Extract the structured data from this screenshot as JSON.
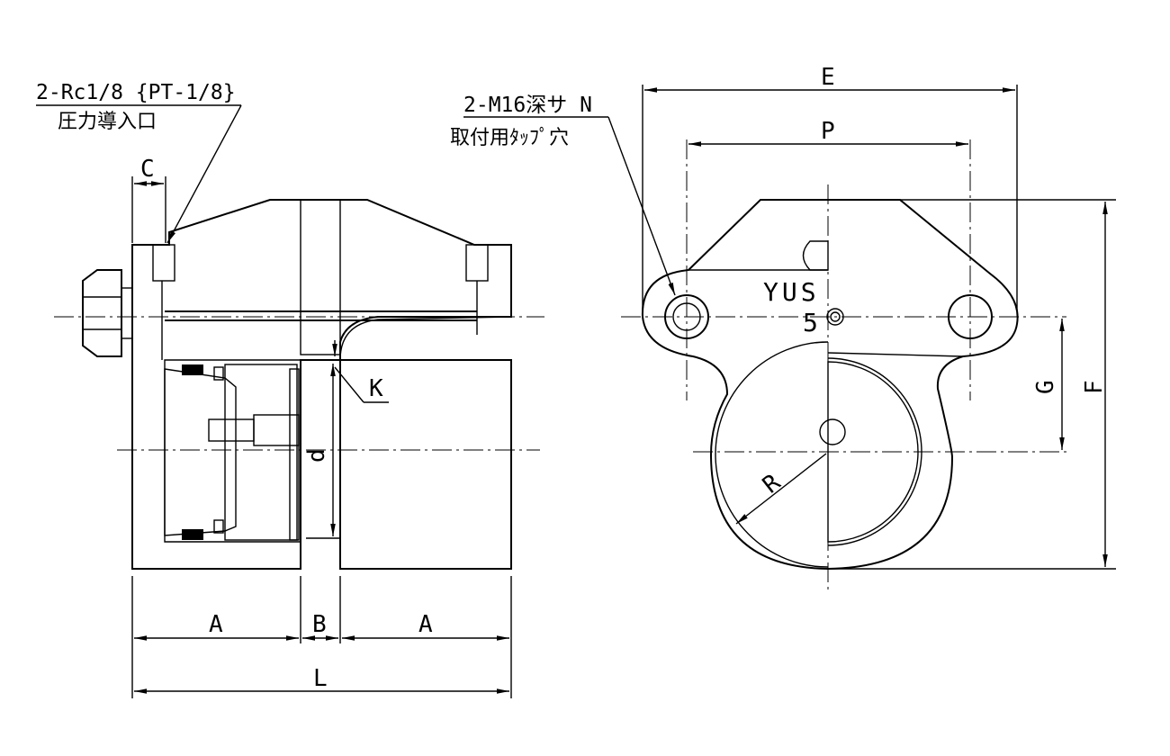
{
  "labels": {
    "port_spec": "2-Rc1/8 {PT-1/8}",
    "port_name": "圧力導入口",
    "tap_spec": "2-M16深サ N",
    "tap_name": "取付用ﾀｯﾌﾟ穴",
    "brand": "YUS",
    "brand_num": "5"
  },
  "dims": {
    "C": "C",
    "K": "K",
    "d": "d",
    "A_left": "A",
    "B": "B",
    "A_right": "A",
    "L": "L",
    "E": "E",
    "P": "P",
    "G": "G",
    "F": "F",
    "R": "R"
  },
  "colors": {
    "line": "#000000",
    "piston_fill": "#f0e4f0",
    "mesh": "#c07a9a"
  }
}
